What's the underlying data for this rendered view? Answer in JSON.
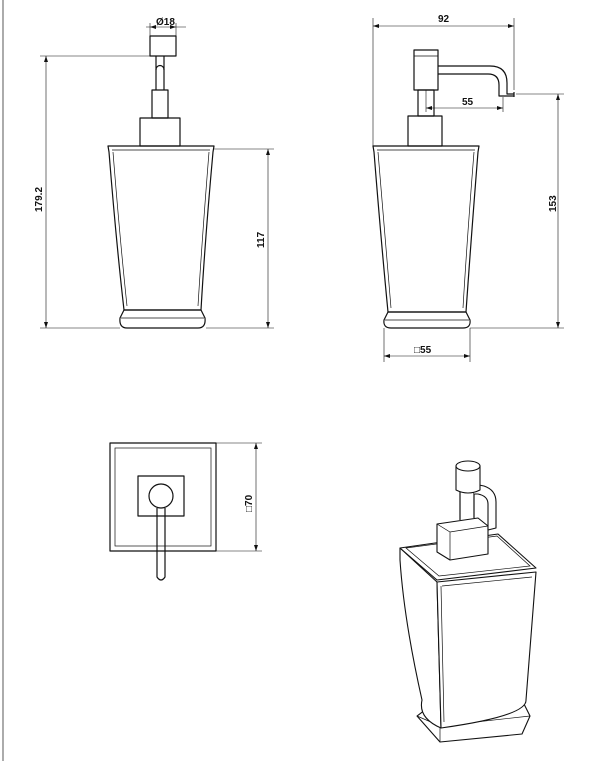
{
  "drawing": {
    "line_color": "#111111",
    "background": "#ffffff"
  },
  "front_view": {
    "dim_nozzle_diameter": "Ø18",
    "dim_total_height": "179.2",
    "dim_body_height": "117"
  },
  "side_view": {
    "dim_width": "92",
    "dim_spout_reach": "55",
    "dim_height": "153",
    "dim_base": "□55"
  },
  "top_view": {
    "dim_square": "□70"
  }
}
